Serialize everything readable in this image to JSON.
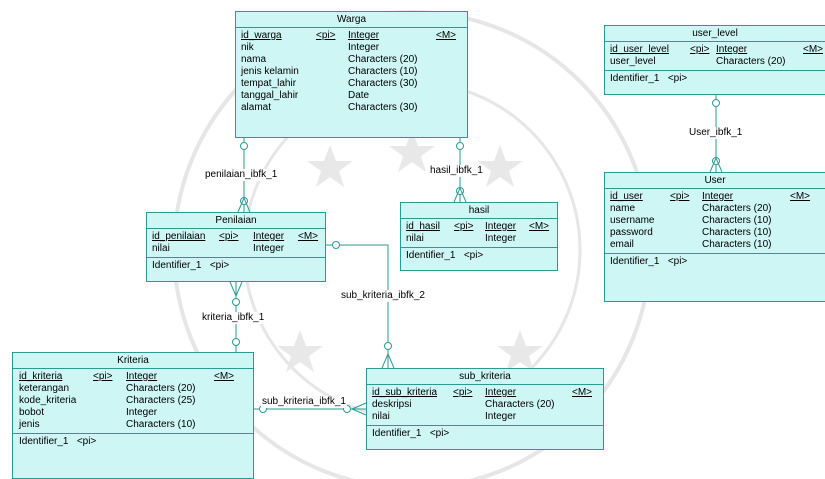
{
  "entities": {
    "warga": {
      "title": "Warga",
      "rows": [
        {
          "name": "id_warga",
          "tag": "<pi>",
          "type": "Integer",
          "flag": "<M>",
          "key": true
        },
        {
          "name": "nik",
          "tag": "",
          "type": "Integer",
          "flag": "",
          "key": false
        },
        {
          "name": "nama",
          "tag": "",
          "type": "Characters (20)",
          "flag": "",
          "key": false
        },
        {
          "name": "jenis kelamin",
          "tag": "",
          "type": "Characters (10)",
          "flag": "",
          "key": false
        },
        {
          "name": "tempat_lahir",
          "tag": "",
          "type": "Characters (30)",
          "flag": "",
          "key": false
        },
        {
          "name": "tanggal_lahir",
          "tag": "",
          "type": "Date",
          "flag": "",
          "key": false
        },
        {
          "name": "alamat",
          "tag": "",
          "type": "Characters (30)",
          "flag": "",
          "key": false
        }
      ],
      "identifiers": []
    },
    "user_level": {
      "title": "user_level",
      "rows": [
        {
          "name": "id_user_level",
          "tag": "<pi>",
          "type": "Integer",
          "flag": "<M>",
          "key": true
        },
        {
          "name": "user_level",
          "tag": "",
          "type": "Characters (20)",
          "flag": "",
          "key": false
        }
      ],
      "identifiers": [
        "Identifier_1   <pi>"
      ]
    },
    "user": {
      "title": "User",
      "rows": [
        {
          "name": "id_user",
          "tag": "<pi>",
          "type": "Integer",
          "flag": "<M>",
          "key": true
        },
        {
          "name": "name",
          "tag": "",
          "type": "Characters (20)",
          "flag": "",
          "key": false
        },
        {
          "name": "username",
          "tag": "",
          "type": "Characters (10)",
          "flag": "",
          "key": false
        },
        {
          "name": "password",
          "tag": "",
          "type": "Characters (10)",
          "flag": "",
          "key": false
        },
        {
          "name": "email",
          "tag": "",
          "type": "Characters (10)",
          "flag": "",
          "key": false
        }
      ],
      "identifiers": [
        "Identifier_1   <pi>"
      ]
    },
    "penilaian": {
      "title": "Penilaian",
      "rows": [
        {
          "name": "id_penilaian",
          "tag": "<pi>",
          "type": "Integer",
          "flag": "<M>",
          "key": true
        },
        {
          "name": "nilai",
          "tag": "",
          "type": "Integer",
          "flag": "",
          "key": false
        }
      ],
      "identifiers": [
        "Identifier_1   <pi>"
      ]
    },
    "hasil": {
      "title": "hasil",
      "rows": [
        {
          "name": "id_hasil",
          "tag": "<pi>",
          "type": "Integer",
          "flag": "<M>",
          "key": true
        },
        {
          "name": "nilai",
          "tag": "",
          "type": "Integer",
          "flag": "",
          "key": false
        }
      ],
      "identifiers": [
        "Identifier_1   <pi>"
      ]
    },
    "kriteria": {
      "title": "Kriteria",
      "rows": [
        {
          "name": "id_kriteria",
          "tag": "<pi>",
          "type": "Integer",
          "flag": "<M>",
          "key": true
        },
        {
          "name": "keterangan",
          "tag": "",
          "type": "Characters (20)",
          "flag": "",
          "key": false
        },
        {
          "name": "kode_kriteria",
          "tag": "",
          "type": "Characters (25)",
          "flag": "",
          "key": false
        },
        {
          "name": "bobot",
          "tag": "",
          "type": "Integer",
          "flag": "",
          "key": false
        },
        {
          "name": "jenis",
          "tag": "",
          "type": "Characters (10)",
          "flag": "",
          "key": false
        }
      ],
      "identifiers": [
        "Identifier_1   <pi>"
      ]
    },
    "sub_kriteria": {
      "title": "sub_kriteria",
      "rows": [
        {
          "name": "id_sub_kriteria",
          "tag": "<pi>",
          "type": "Integer",
          "flag": "<M>",
          "key": true
        },
        {
          "name": "deskripsi",
          "tag": "",
          "type": "Characters (20)",
          "flag": "",
          "key": false
        },
        {
          "name": "nilai",
          "tag": "",
          "type": "Integer",
          "flag": "",
          "key": false
        }
      ],
      "identifiers": [
        "Identifier_1   <pi>"
      ]
    }
  },
  "relations": {
    "penilaian_ibfk_1": "penilaian_ibfk_1",
    "hasil_ibfk_1": "hasil_ibfk_1",
    "user_ibfk_1": "User_ibfk_1",
    "kriteria_ibfk_1": "kriteria_ibfk_1",
    "sub_kriteria_ibfk_1": "sub_kriteria_ibfk_1",
    "sub_kriteria_ibfk_2": "sub_kriteria_ibfk_2"
  },
  "colors": {
    "entity_fill": "#cdf6f4",
    "entity_border": "#2a9a94",
    "watermark": "#e4e4e4"
  }
}
